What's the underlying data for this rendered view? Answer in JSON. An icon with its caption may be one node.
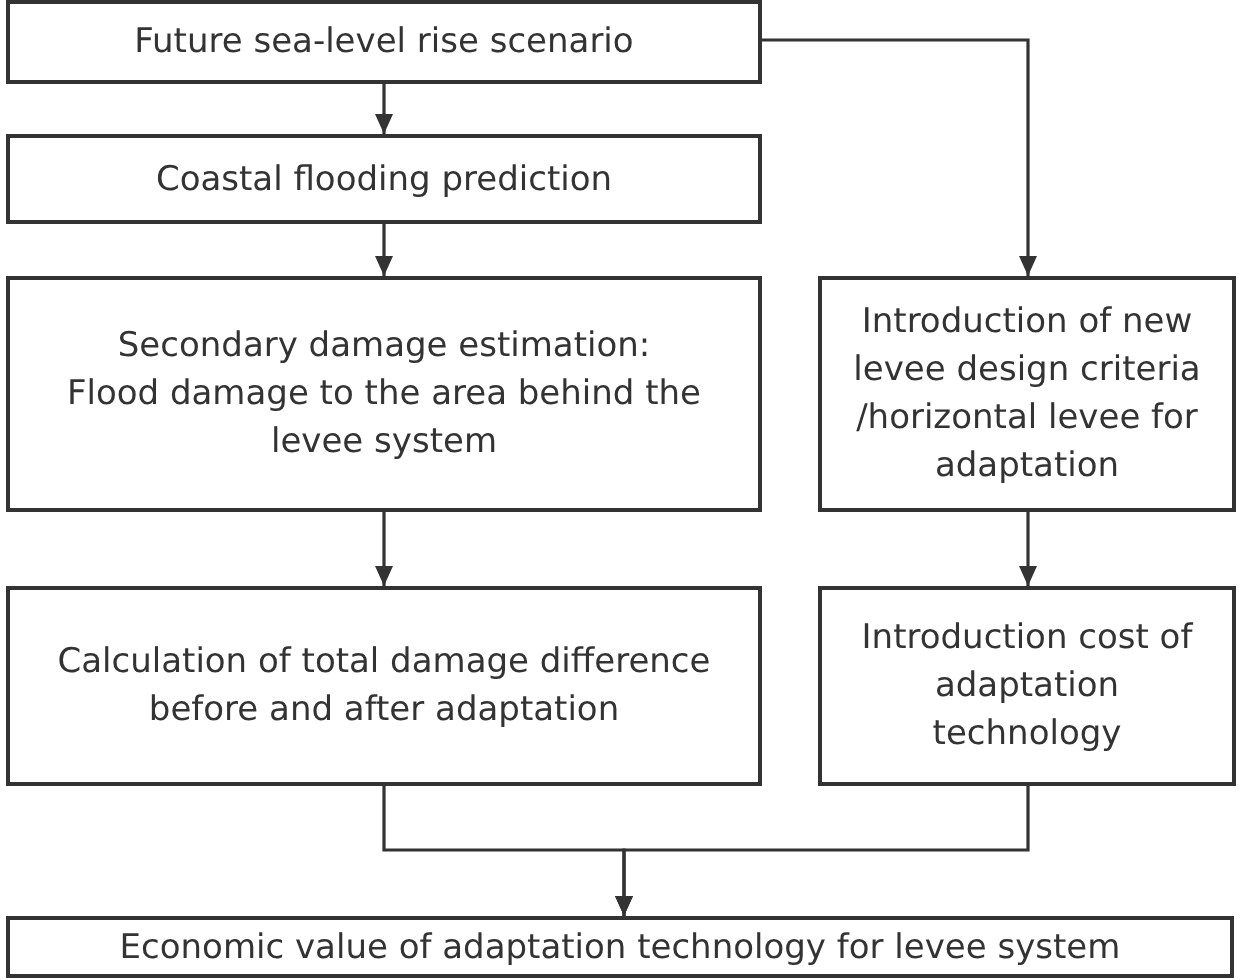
{
  "diagram": {
    "nodes": [
      {
        "text": [
          "Future sea-level rise scenario"
        ]
      },
      {
        "text": [
          "Coastal flooding prediction"
        ]
      },
      {
        "text": [
          "Secondary damage estimation:",
          "Flood damage to the area behind the levee system"
        ]
      },
      {
        "text": [
          "Introduction of new levee design criteria /horizontal levee for adaptation"
        ]
      },
      {
        "text": [
          "Calculation of total damage difference before and after adaptation"
        ]
      },
      {
        "text": [
          "Introduction cost of adaptation technology"
        ]
      },
      {
        "text": [
          "Economic value of adaptation technology for levee system"
        ]
      }
    ],
    "edges": [
      {
        "from": 0,
        "to": 1,
        "arrow": "to"
      },
      {
        "from": 1,
        "to": 2,
        "arrow": "to"
      },
      {
        "from": 0,
        "to": 3,
        "arrow": "to"
      },
      {
        "from": 2,
        "to": 4,
        "arrow": "to"
      },
      {
        "from": 3,
        "to": 5,
        "arrow": "to"
      },
      {
        "from": 4,
        "to": 6,
        "arrow": "to"
      },
      {
        "from": 5,
        "to": 6,
        "arrow": "to"
      }
    ]
  }
}
